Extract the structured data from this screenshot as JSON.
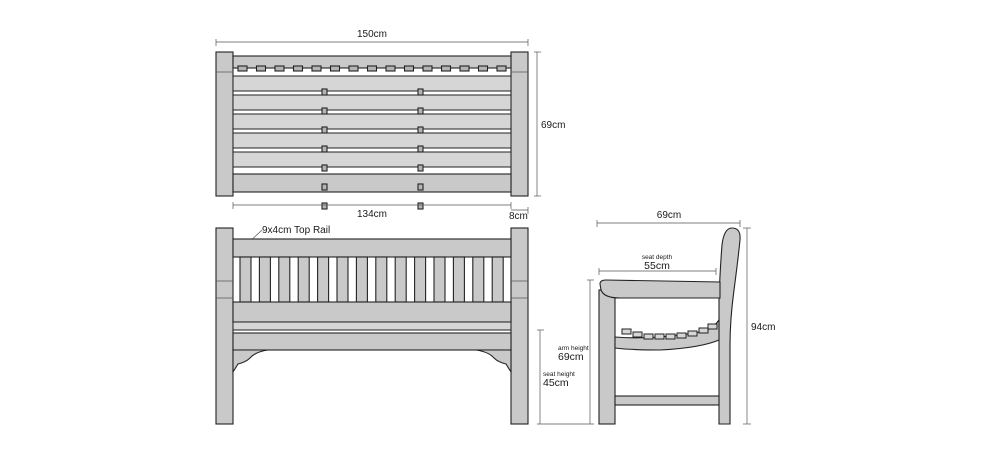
{
  "labels": {
    "top_width": "150cm",
    "top_depth": "69cm",
    "inner_width": "134cm",
    "leg_width": "8cm",
    "top_rail": "9x4cm Top Rail",
    "side_depth": "69cm",
    "seat_depth_caption": "seat depth",
    "seat_depth": "55cm",
    "arm_height_caption": "arm height",
    "arm_height": "69cm",
    "seat_height_caption": "seat height",
    "seat_height": "45cm",
    "total_height": "94cm"
  },
  "colors": {
    "wood": "#c9c9c9",
    "outline": "#222222",
    "dimension_line": "#555555"
  }
}
